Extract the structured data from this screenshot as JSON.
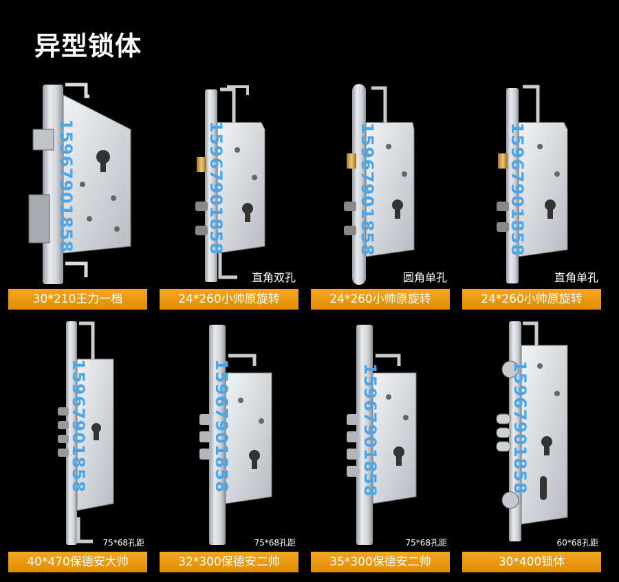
{
  "title": "异型锁体",
  "watermark": "15967901858",
  "colors": {
    "label_bg": "#f0a01c",
    "watermark": "#4fa6e6",
    "background": "#000000"
  },
  "products": [
    {
      "label": "30*210王力一档",
      "note": ""
    },
    {
      "label": "24*260小帅原旋转",
      "note": "直角双孔"
    },
    {
      "label": "24*260小帅原旋转",
      "note": "圆角单孔"
    },
    {
      "label": "24*260小帅原旋转",
      "note": "直角单孔"
    },
    {
      "label": "40*470保德安大帅",
      "note": "75*68孔距"
    },
    {
      "label": "32*300保德安二帅",
      "note": "75*68孔距"
    },
    {
      "label": "35*300保德安二帅",
      "note": "75*68孔距"
    },
    {
      "label": "30*400锁体",
      "note": "60*68孔距"
    }
  ]
}
